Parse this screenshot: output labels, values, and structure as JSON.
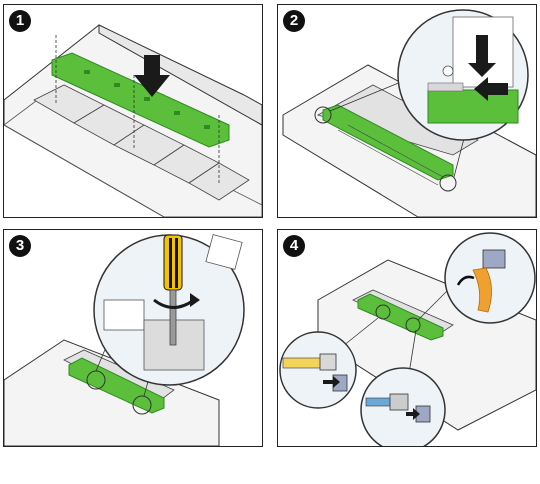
{
  "steps": [
    {
      "number": "1",
      "icon": "backplane-insert-illustration"
    },
    {
      "number": "2",
      "icon": "backplane-seat-detail-illustration"
    },
    {
      "number": "3",
      "icon": "screwdriver-tighten-illustration"
    },
    {
      "number": "4",
      "icon": "cable-connect-illustration"
    }
  ],
  "colors": {
    "board": "#5bbf3c",
    "board_dark": "#2f8a22",
    "chassis_line": "#333333",
    "chassis_fill": "#f2f2f2",
    "arrow": "#1a1a1a",
    "screwdriver_handle": "#f2c300",
    "ribbon_cable": "#f0a030",
    "callout_fill": "#eef3f7"
  }
}
